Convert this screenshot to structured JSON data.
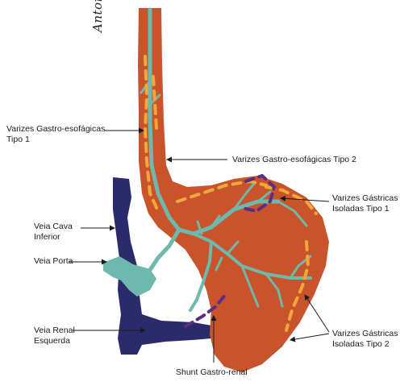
{
  "labels": {
    "gastro_esof_1": [
      "Varizes Gastro-esofágicas",
      "Tipo 1"
    ],
    "gastro_esof_2": "Varizes Gastro-esofágicas Tipo 2",
    "isoladas_1": [
      "Varizes Gástricas",
      "Isoladas Tipo 1"
    ],
    "veia_cava": [
      "Veia Cava",
      "Inferior"
    ],
    "veia_porta": "Veia Porta",
    "veia_renal": [
      "Veia Renal",
      "Esquerda"
    ],
    "isoladas_2": [
      "Varizes Gástricas",
      "Isoladas Tipo 2"
    ],
    "shunt": "Shunt Gastro-renal"
  },
  "signature": "Antonia Lopes",
  "colors": {
    "stomach": "#c9532a",
    "stomach_outline": "#7a2a12",
    "vessel": "#6fb8ad",
    "vein_dark": "#2b2a6b",
    "dash_orange": "#f0a83a",
    "dash_purple": "#5c2d82",
    "arrow": "#1a1a1a"
  }
}
